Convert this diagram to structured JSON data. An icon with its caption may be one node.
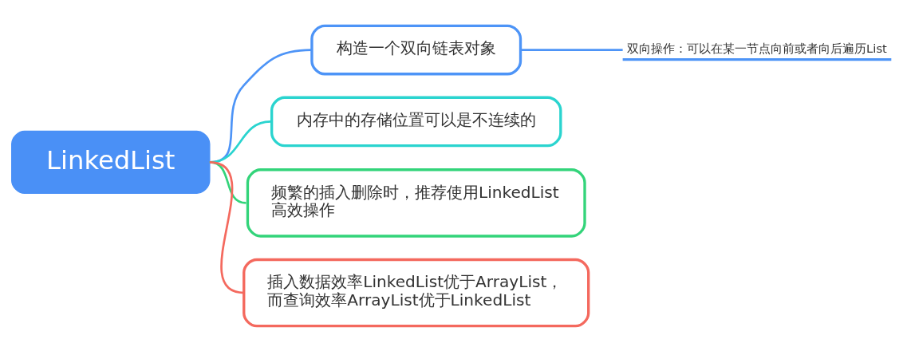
{
  "diagram": {
    "nodes": [
      {
        "text": [
          "LinkedList"
        ]
      },
      {
        "text": [
          "构造一个双向链表对象"
        ]
      },
      {
        "text": [
          "双向操作：可以在某一节点向前或者向后遍历List"
        ]
      },
      {
        "text": [
          "内存中的存储位置可以是不连续的"
        ]
      },
      {
        "text": [
          "频繁的插入删除时，推荐使用LinkedList高效操作"
        ]
      },
      {
        "text": [
          "插入数据效率LinkedList优于ArrayList，而查询效率ArrayList优于LinkedList"
        ]
      }
    ],
    "edges": [
      {
        "from": 0,
        "to": 1,
        "arrow": "none",
        "color": "#4d94f7"
      },
      {
        "from": 1,
        "to": 2,
        "arrow": "none",
        "color": "#4d94f7"
      },
      {
        "from": 0,
        "to": 3,
        "arrow": "none",
        "color": "#2ad4cf"
      },
      {
        "from": 0,
        "to": 4,
        "arrow": "none",
        "color": "#33d47a"
      },
      {
        "from": 0,
        "to": 5,
        "arrow": "none",
        "color": "#f4695e"
      }
    ]
  }
}
